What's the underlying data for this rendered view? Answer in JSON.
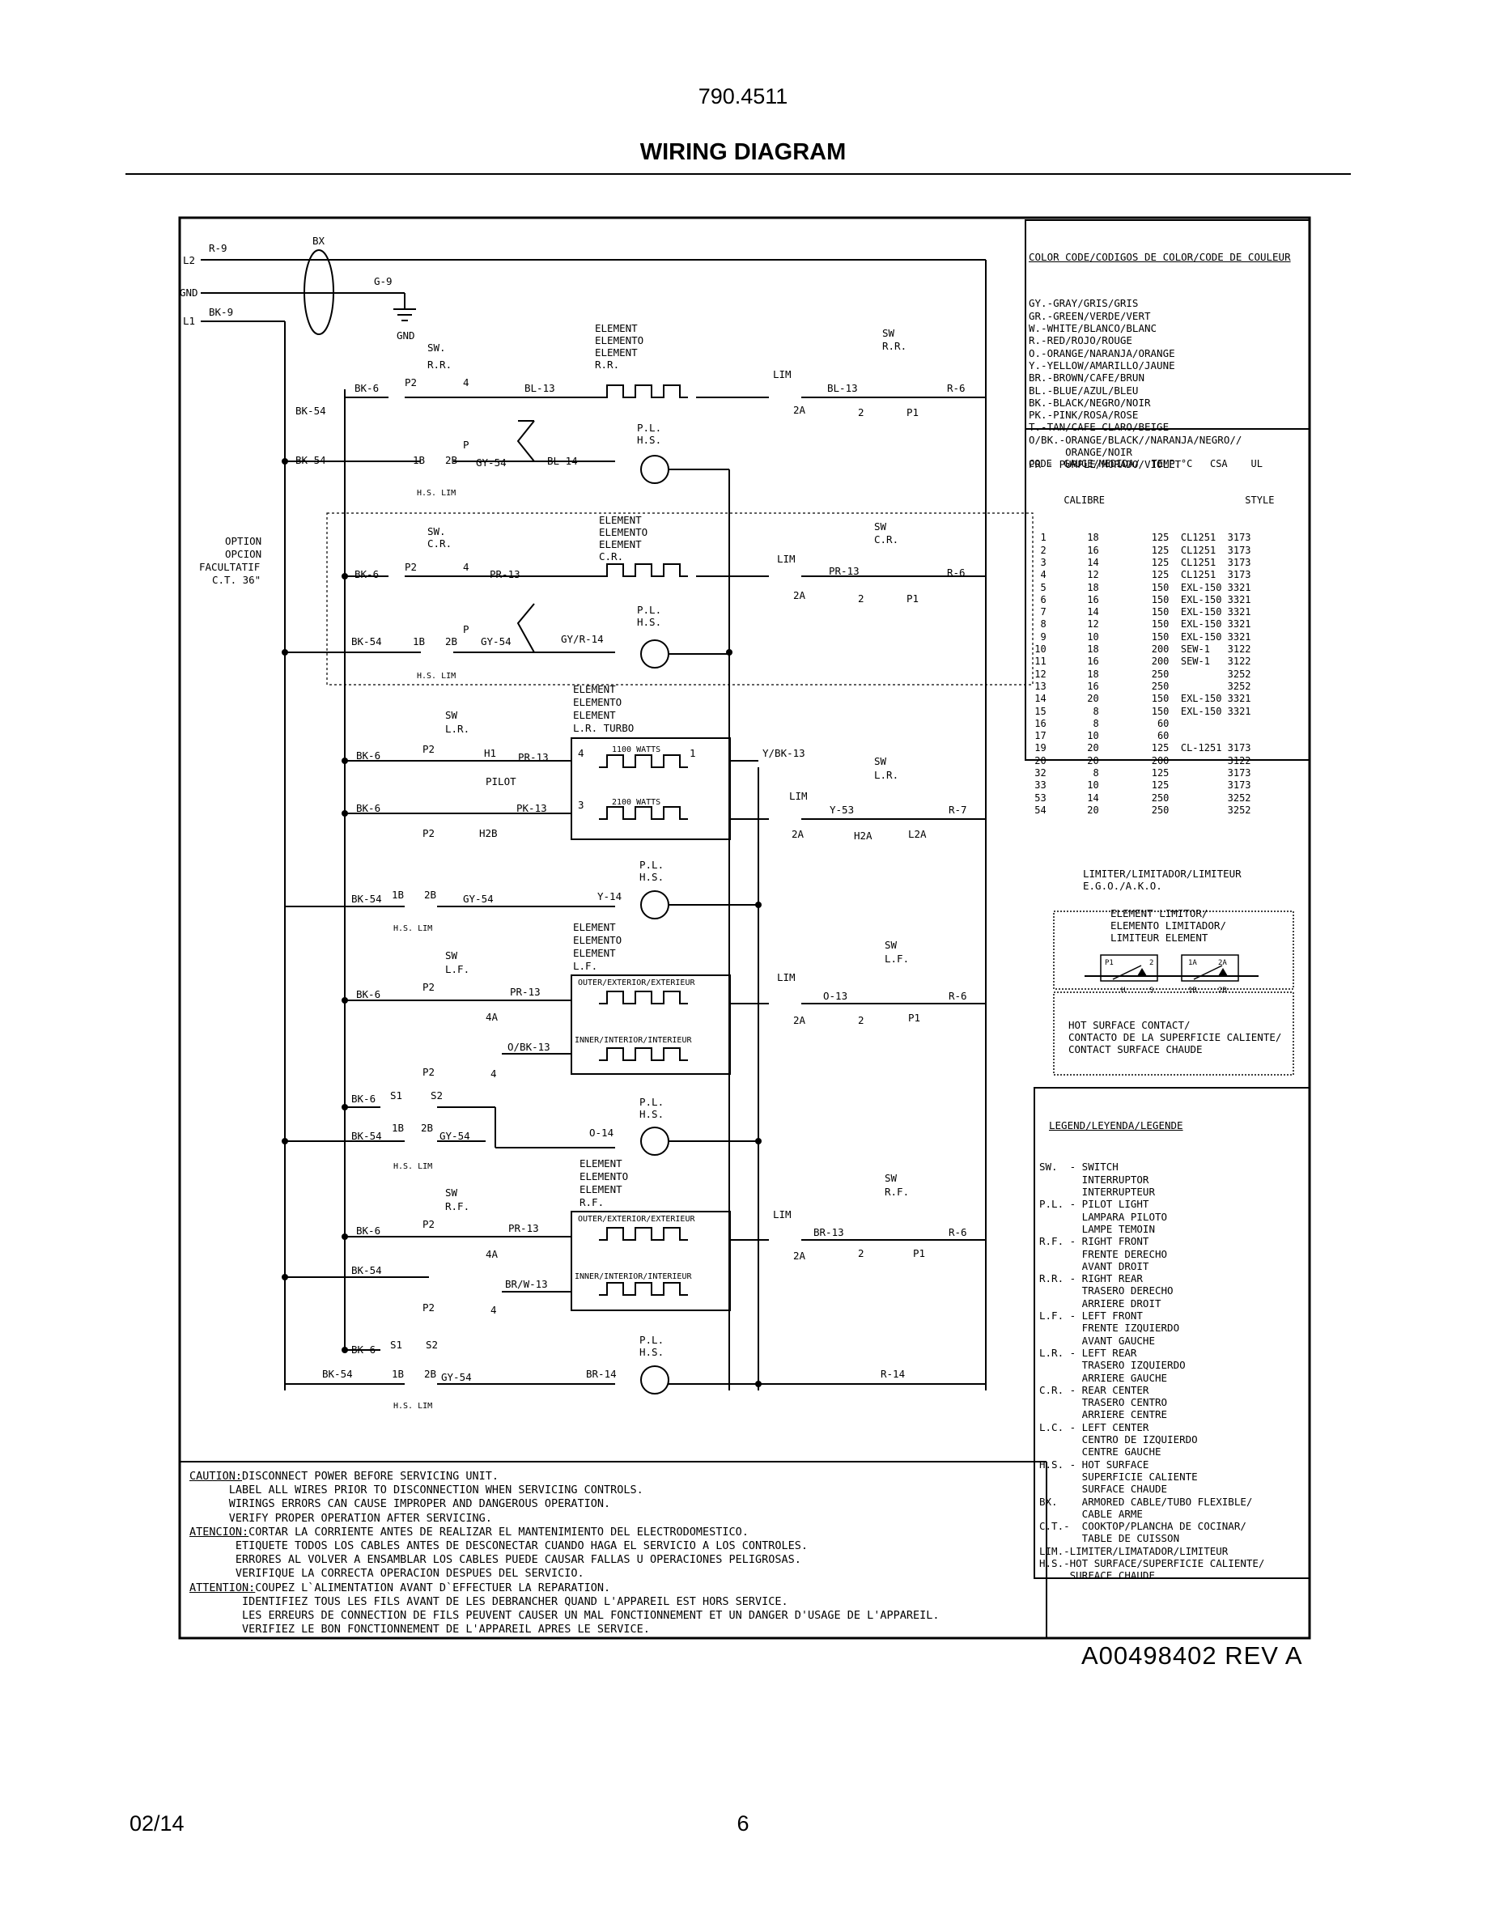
{
  "header": {
    "model": "790.4511",
    "title": "WIRING DIAGRAM"
  },
  "footer": {
    "date": "02/14",
    "page": "6",
    "doc_number": "A00498402  REV  A"
  },
  "color_code": {
    "title": "COLOR CODE/CODIGOS DE COLOR/CODE DE COULEUR",
    "entries": [
      "GY.-GRAY/GRIS/GRIS",
      "GR.-GREEN/VERDE/VERT",
      "W.-WHITE/BLANCO/BLANC",
      "R.-RED/ROJO/ROUGE",
      "O.-ORANGE/NARANJA/ORANGE",
      "Y.-YELLOW/AMARILLO/JAUNE",
      "BR.-BROWN/CAFE/BRUN",
      "BL.-BLUE/AZUL/BLEU",
      "BK.-BLACK/NEGRO/NOIR",
      "PK.-PINK/ROSA/ROSE",
      "T.-TAN/CAFE CLARO/BEIGE",
      "O/BK.-ORANGE/BLACK//NARANJA/NEGRO//",
      "      ORANGE/NOIR",
      "PR - PURPLE/MORADO/VIOLET"
    ]
  },
  "gauge_table": {
    "header1": "CODE  GAUGE/MEDIDA/  TEMP.°C   CSA    UL",
    "header2": "      CALIBRE                        STYLE",
    "rows": [
      [
        " 1",
        "18",
        "125",
        "CL1251",
        "3173"
      ],
      [
        " 2",
        "16",
        "125",
        "CL1251",
        "3173"
      ],
      [
        " 3",
        "14",
        "125",
        "CL1251",
        "3173"
      ],
      [
        " 4",
        "12",
        "125",
        "CL1251",
        "3173"
      ],
      [
        " 5",
        "18",
        "150",
        "EXL-150",
        "3321"
      ],
      [
        " 6",
        "16",
        "150",
        "EXL-150",
        "3321"
      ],
      [
        " 7",
        "14",
        "150",
        "EXL-150",
        "3321"
      ],
      [
        " 8",
        "12",
        "150",
        "EXL-150",
        "3321"
      ],
      [
        " 9",
        "10",
        "150",
        "EXL-150",
        "3321"
      ],
      [
        "10",
        "18",
        "200",
        "SEW-1",
        "3122"
      ],
      [
        "11",
        "16",
        "200",
        "SEW-1",
        "3122"
      ],
      [
        "12",
        "18",
        "250",
        "",
        "3252"
      ],
      [
        "13",
        "16",
        "250",
        "",
        "3252"
      ],
      [
        "14",
        "20",
        "150",
        "EXL-150",
        "3321"
      ],
      [
        "15",
        " 8",
        "150",
        "EXL-150",
        "3321"
      ],
      [
        "16",
        " 8",
        " 60",
        "",
        ""
      ],
      [
        "17",
        "10",
        " 60",
        "",
        ""
      ],
      [
        "19",
        "20",
        "125",
        "CL-1251",
        "3173"
      ],
      [
        "20",
        "20",
        "200",
        "",
        "3122"
      ],
      [
        "32",
        " 8",
        "125",
        "",
        "3173"
      ],
      [
        "33",
        "10",
        "125",
        "",
        "3173"
      ],
      [
        "53",
        "14",
        "250",
        "",
        "3252"
      ],
      [
        "54",
        "20",
        "250",
        "",
        "3252"
      ]
    ]
  },
  "limiter_box": {
    "title1": "LIMITER/LIMITADOR/LIMITEUR",
    "title2": "E.G.O./A.K.O.",
    "inner1": "ELEMENT LIMITOR/",
    "inner2": "ELEMENTO LIMITADOR/",
    "inner3": "LIMITEUR ELEMENT",
    "hs1": "HOT SURFACE CONTACT/",
    "hs2": "CONTACTO DE LA SUPERFICIE CALIENTE/",
    "hs3": "CONTACT SURFACE CHAUDE"
  },
  "legend": {
    "title": "LEGEND/LEYENDA/LEGENDE",
    "lines": [
      "SW.  - SWITCH",
      "       INTERRUPTOR",
      "       INTERRUPTEUR",
      "P.L. - PILOT LIGHT",
      "       LAMPARA PILOTO",
      "       LAMPE TEMOIN",
      "R.F. - RIGHT FRONT",
      "       FRENTE DERECHO",
      "       AVANT DROIT",
      "R.R. - RIGHT REAR",
      "       TRASERO DERECHO",
      "       ARRIERE DROIT",
      "L.F. - LEFT FRONT",
      "       FRENTE IZQUIERDO",
      "       AVANT GAUCHE",
      "L.R. - LEFT REAR",
      "       TRASERO IZQUIERDO",
      "       ARRIERE GAUCHE",
      "C.R. - REAR CENTER",
      "       TRASERO CENTRO",
      "       ARRIERE CENTRE",
      "L.C. - LEFT CENTER",
      "       CENTRO DE IZQUIERDO",
      "       CENTRE GAUCHE",
      "H.S. - HOT SURFACE",
      "       SUPERFICIE CALIENTE",
      "       SURFACE CHAUDE",
      "BX.    ARMORED CABLE/TUBO FLEXIBLE/",
      "       CABLE ARME",
      "C.T.-  COOKTOP/PLANCHA DE COCINAR/",
      "       TABLE DE CUISSON",
      "LIM.-LIMITER/LIMATADOR/LIMITEUR",
      "H.S.-HOT SURFACE/SUPERFICIE CALIENTE/",
      "     SURFACE CHAUDE"
    ]
  },
  "notes": {
    "caution_label": "CAUTION:",
    "caution": [
      "DISCONNECT POWER BEFORE SERVICING UNIT.",
      "      LABEL ALL WIRES PRIOR TO DISCONNECTION WHEN SERVICING CONTROLS.",
      "      WIRINGS ERRORS CAN CAUSE IMPROPER AND DANGEROUS OPERATION.",
      "      VERIFY PROPER OPERATION AFTER SERVICING."
    ],
    "atencion_label": "ATENCION:",
    "atencion": [
      "CORTAR LA CORRIENTE ANTES DE REALIZAR EL MANTENIMIENTO DEL ELECTRODOMESTICO.",
      "       ETIQUETE TODOS LOS CABLES ANTES DE DESCONECTAR CUANDO HAGA EL SERVICIO A LOS CONTROLES.",
      "       ERRORES AL VOLVER A ENSAMBLAR LOS CABLES PUEDE CAUSAR FALLAS U OPERACIONES PELIGROSAS.",
      "       VERIFIQUE LA CORRECTA OPERACION DESPUES DEL SERVICIO."
    ],
    "attention_label": "ATTENTION:",
    "attention": [
      "COUPEZ L`ALIMENTATION AVANT D`EFFECTUER LA REPARATION.",
      "        IDENTIFIEZ TOUS LES FILS AVANT DE LES DEBRANCHER QUAND L'APPAREIL EST HORS SERVICE.",
      "        LES ERREURS DE CONNECTION DE FILS PEUVENT CAUSER UN MAL FONCTIONNEMENT ET UN DANGER D'USAGE DE L'APPAREIL.",
      "        VERIFIEZ LE BON FONCTIONNEMENT DE L'APPAREIL APRES LE SERVICE."
    ]
  },
  "labels": {
    "L2": "L2",
    "GND": "GND",
    "L1": "L1",
    "R9": "R-9",
    "G9": "G-9",
    "BK9": "BK-9",
    "BX": "BX",
    "GND2": "GND",
    "BK6": "BK-6",
    "BK54": "BK-54",
    "BL13": "BL-13",
    "BL14": "BL-14",
    "R6": "R-6",
    "R7": "R-7",
    "R14": "R-14",
    "P2": "P2",
    "P": "P",
    "P1": "P1",
    "n4": "4",
    "n1": "1",
    "n3": "3",
    "n2": "2",
    "n2A": "2A",
    "n4A": "4A",
    "n1B": "1B",
    "n2B": "2B",
    "H1": "H1",
    "H2B": "H2B",
    "H2A": "H2A",
    "L2A": "L2A",
    "S1": "S1",
    "S2": "S2",
    "GY54": "GY-54",
    "PR13": "PR-13",
    "PK13": "PK-13",
    "Y53": "Y-53",
    "YBK13": "Y/BK-13",
    "GYR14": "GY/R-14",
    "Y14": "Y-14",
    "O13": "O-13",
    "OBK13": "O/BK-13",
    "O14": "O-14",
    "BR13": "BR-13",
    "BRW13": "BR/W-13",
    "BR14": "BR-14",
    "LIM": "LIM",
    "HSLIM": "H.S. LIM",
    "PILOT": "PILOT",
    "SW": "SW",
    "SWd": "SW.",
    "RR": "R.R.",
    "CR": "C.R.",
    "LR": "L.R.",
    "LF": "L.F.",
    "RF": "R.F.",
    "PL": "P.L.",
    "HS": "H.S.",
    "ELEMENT": "ELEMENT",
    "ELEMENTO": "ELEMENTO",
    "LRTURBO": "L.R. TURBO",
    "W1100": "1100 WATTS",
    "W2100": "2100 WATTS",
    "OUTER": "OUTER/EXTERIOR/EXTERIEUR",
    "INNER": "INNER/INTERIOR/INTERIEUR",
    "OPTION": "OPTION",
    "OPCION": "OPCION",
    "FACULTATIF": "FACULTATIF",
    "CT36": "C.T. 36\"",
    "P1s": "P1",
    "n2s": "2",
    "n1A": "1A",
    "n2As": "2A",
    "Hs": "H",
    "Ss": "S",
    "n1Bs": "1B",
    "n2Bs": "2B"
  }
}
